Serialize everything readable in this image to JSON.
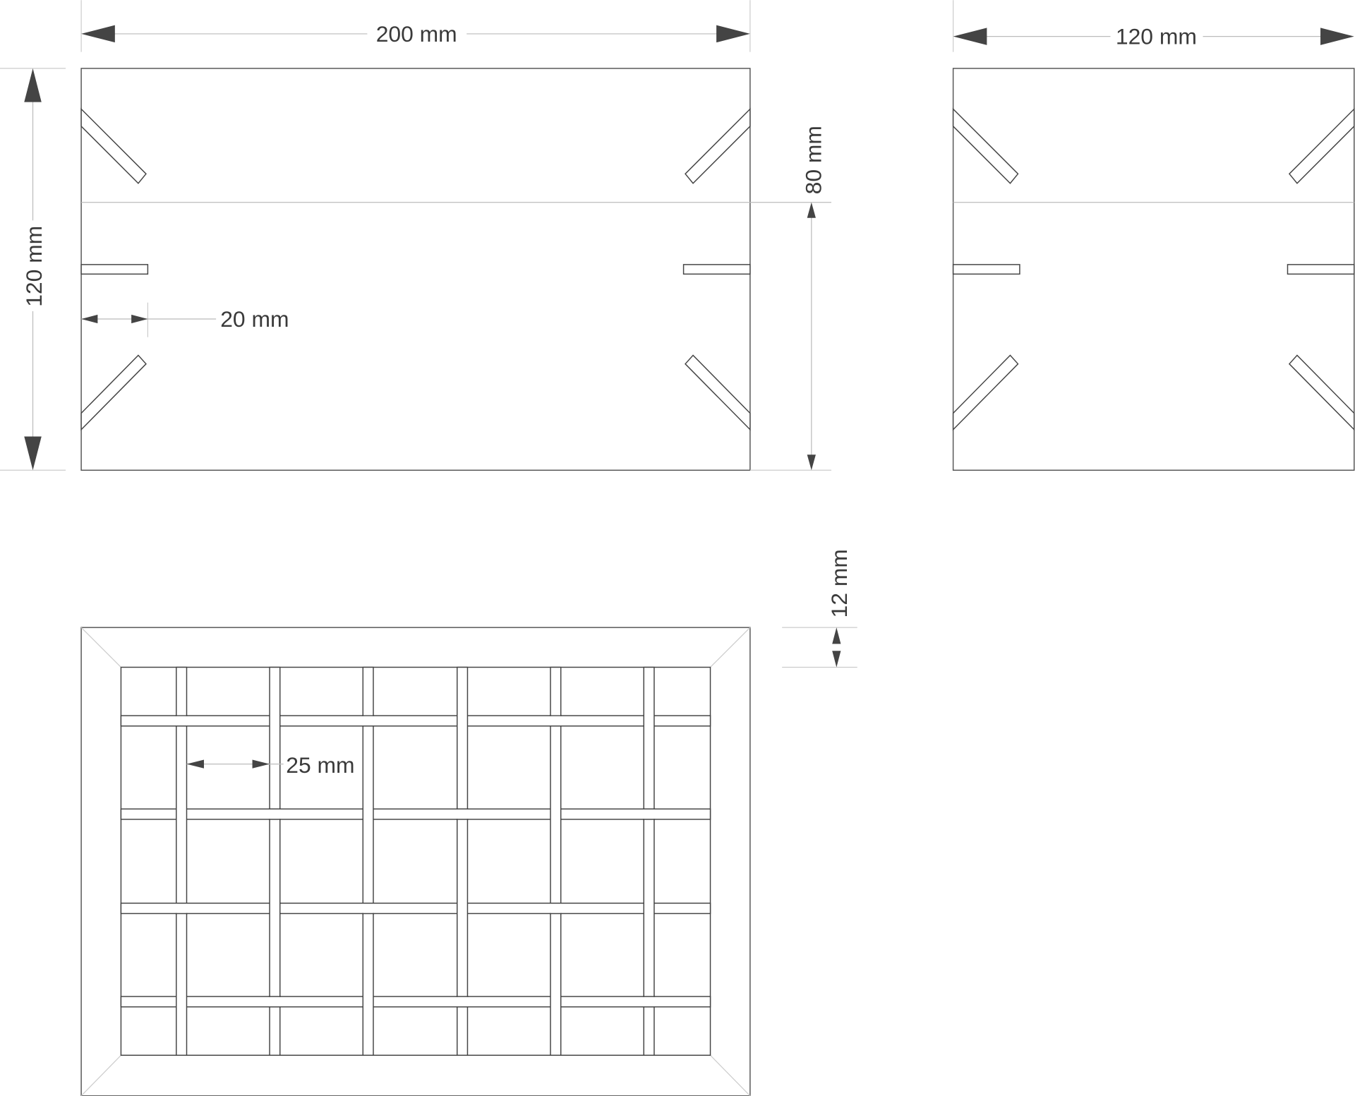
{
  "front_view": {
    "width_label": "200 mm",
    "height_label": "120 mm",
    "lower_height_label": "80 mm",
    "slot_depth_label": "20 mm"
  },
  "side_view": {
    "width_label": "120 mm"
  },
  "bottom_view": {
    "grid_spacing_label": "25 mm",
    "frame_thickness_label": "12 mm"
  }
}
